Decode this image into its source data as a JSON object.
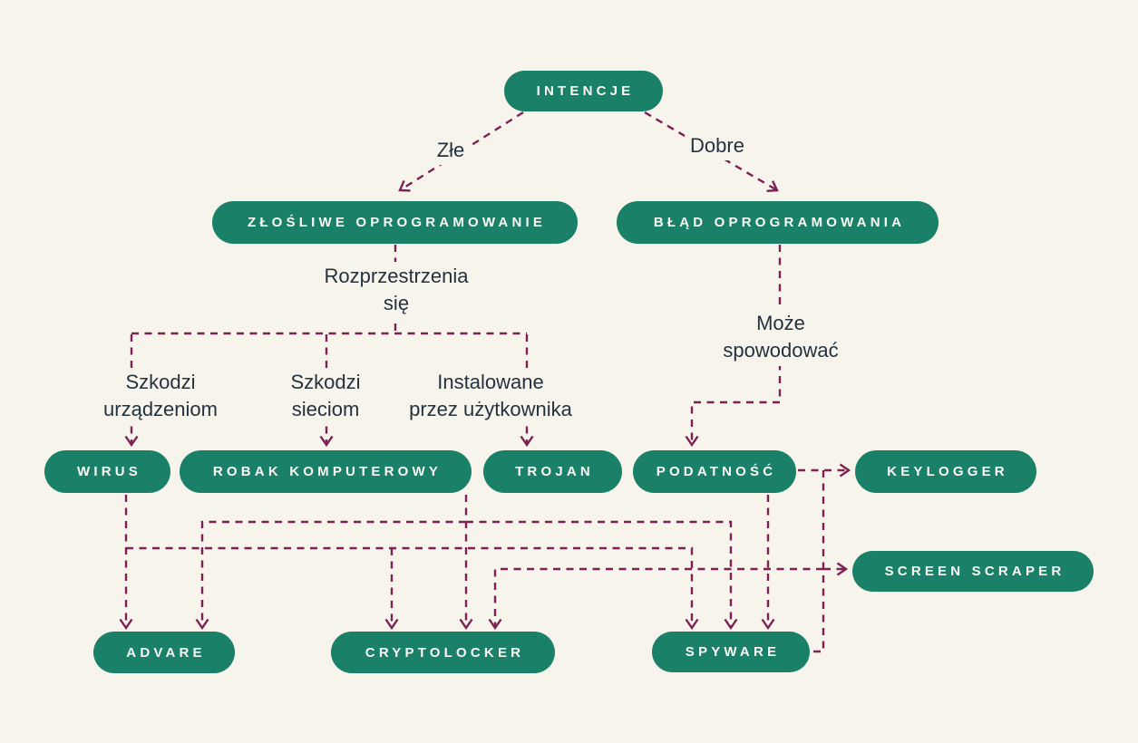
{
  "colors": {
    "background": "#F7F4EC",
    "node_fill": "#1A8168",
    "node_text": "#FAF9F4",
    "connector": "#7D2053",
    "label_text": "#243240"
  },
  "nodes": {
    "intencje": {
      "label": "INTENCJE"
    },
    "zlosliwe_oprogramowanie": {
      "label": "ZŁOŚLIWE OPROGRAMOWANIE"
    },
    "blad_oprogramowania": {
      "label": "BŁĄD OPROGRAMOWANIA"
    },
    "wirus": {
      "label": "WIRUS"
    },
    "robak_komputerowy": {
      "label": "ROBAK KOMPUTEROWY"
    },
    "trojan": {
      "label": "TROJAN"
    },
    "podatnosc": {
      "label": "PODATNOŚĆ"
    },
    "keylogger": {
      "label": "KEYLOGGER"
    },
    "screen_scraper": {
      "label": "SCREEN SCRAPER"
    },
    "advare": {
      "label": "ADVARE"
    },
    "cryptolocker": {
      "label": "CRYPTOLOCKER"
    },
    "spyware": {
      "label": "SPYWARE"
    }
  },
  "edge_labels": {
    "zle": {
      "line1": "Złe"
    },
    "dobre": {
      "line1": "Dobre"
    },
    "rozprzestrzenia_sie": {
      "line1": "Rozprzestrzenia",
      "line2": "się"
    },
    "moze_spowodowac": {
      "line1": "Może",
      "line2": "spowodować"
    },
    "szkodzi_urzadzeniom": {
      "line1": "Szkodzi",
      "line2": "urządzeniom"
    },
    "szkodzi_sieciom": {
      "line1": "Szkodzi",
      "line2": "sieciom"
    },
    "instalowane_przez_uzytkownika": {
      "line1": "Instalowane",
      "line2": "przez użytkownika"
    }
  },
  "connections": [
    {
      "from": "INTENCJE",
      "to": "ZŁOŚLIWE OPROGRAMOWANIE",
      "label": "Złe"
    },
    {
      "from": "INTENCJE",
      "to": "BŁĄD OPROGRAMOWANIA",
      "label": "Dobre"
    },
    {
      "from": "ZŁOŚLIWE OPROGRAMOWANIE",
      "to": "WIRUS",
      "label": "Rozprzestrzenia się / Szkodzi urządzeniom"
    },
    {
      "from": "ZŁOŚLIWE OPROGRAMOWANIE",
      "to": "ROBAK KOMPUTEROWY",
      "label": "Rozprzestrzenia się / Szkodzi sieciom"
    },
    {
      "from": "ZŁOŚLIWE OPROGRAMOWANIE",
      "to": "TROJAN",
      "label": "Rozprzestrzenia się / Instalowane przez użytkownika"
    },
    {
      "from": "BŁĄD OPROGRAMOWANIA",
      "to": "PODATNOŚĆ",
      "label": "Może spowodować"
    },
    {
      "from": "WIRUS",
      "to": "ADVARE"
    },
    {
      "from": "WIRUS",
      "to": "CRYPTOLOCKER"
    },
    {
      "from": "WIRUS",
      "to": "SPYWARE"
    },
    {
      "from": "ROBAK KOMPUTEROWY",
      "to": "ADVARE"
    },
    {
      "from": "ROBAK KOMPUTEROWY",
      "to": "CRYPTOLOCKER"
    },
    {
      "from": "ROBAK KOMPUTEROWY",
      "to": "SPYWARE"
    },
    {
      "from": "PODATNOŚĆ",
      "to": "SPYWARE"
    },
    {
      "from": "PODATNOŚĆ",
      "to": "CRYPTOLOCKER"
    },
    {
      "from": "PODATNOŚĆ",
      "to": "KEYLOGGER"
    },
    {
      "from": "PODATNOŚĆ",
      "to": "SCREEN SCRAPER"
    },
    {
      "from": "SPYWARE",
      "to": "KEYLOGGER"
    },
    {
      "from": "SPYWARE",
      "to": "SCREEN SCRAPER"
    }
  ]
}
